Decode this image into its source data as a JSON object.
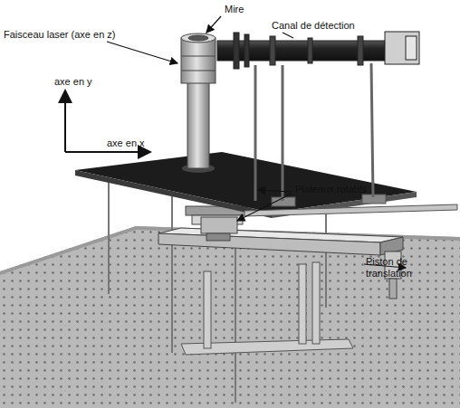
{
  "diagram": {
    "labels": [
      "Mire",
      "Faisceau laser (axe en z)",
      "Canal de détection",
      "axe en y",
      "axe en x",
      "Plateaux rotatifs",
      "Piston de translation"
    ]
  }
}
